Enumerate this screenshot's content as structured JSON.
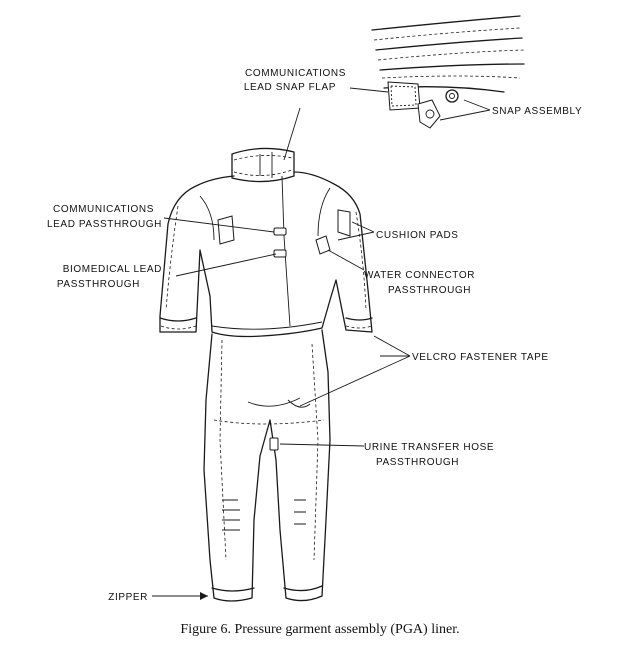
{
  "labels": {
    "comms_snap_flap_1": "COMMUNICATIONS",
    "comms_snap_flap_2": "LEAD SNAP FLAP",
    "snap_assembly": "SNAP ASSEMBLY",
    "comms_passthrough_1": "COMMUNICATIONS",
    "comms_passthrough_2": "LEAD PASSTHROUGH",
    "cushion_pads": "CUSHION PADS",
    "biomedical_1": "BIOMEDICAL LEAD",
    "biomedical_2": "PASSTHROUGH",
    "water_1": "WATER CONNECTOR",
    "water_2": "PASSTHROUGH",
    "velcro": "VELCRO FASTENER TAPE",
    "urine_1": "URINE TRANSFER HOSE",
    "urine_2": "PASSTHROUGH",
    "zipper": "ZIPPER"
  },
  "caption": "Figure 6.  Pressure garment assembly (PGA) liner."
}
